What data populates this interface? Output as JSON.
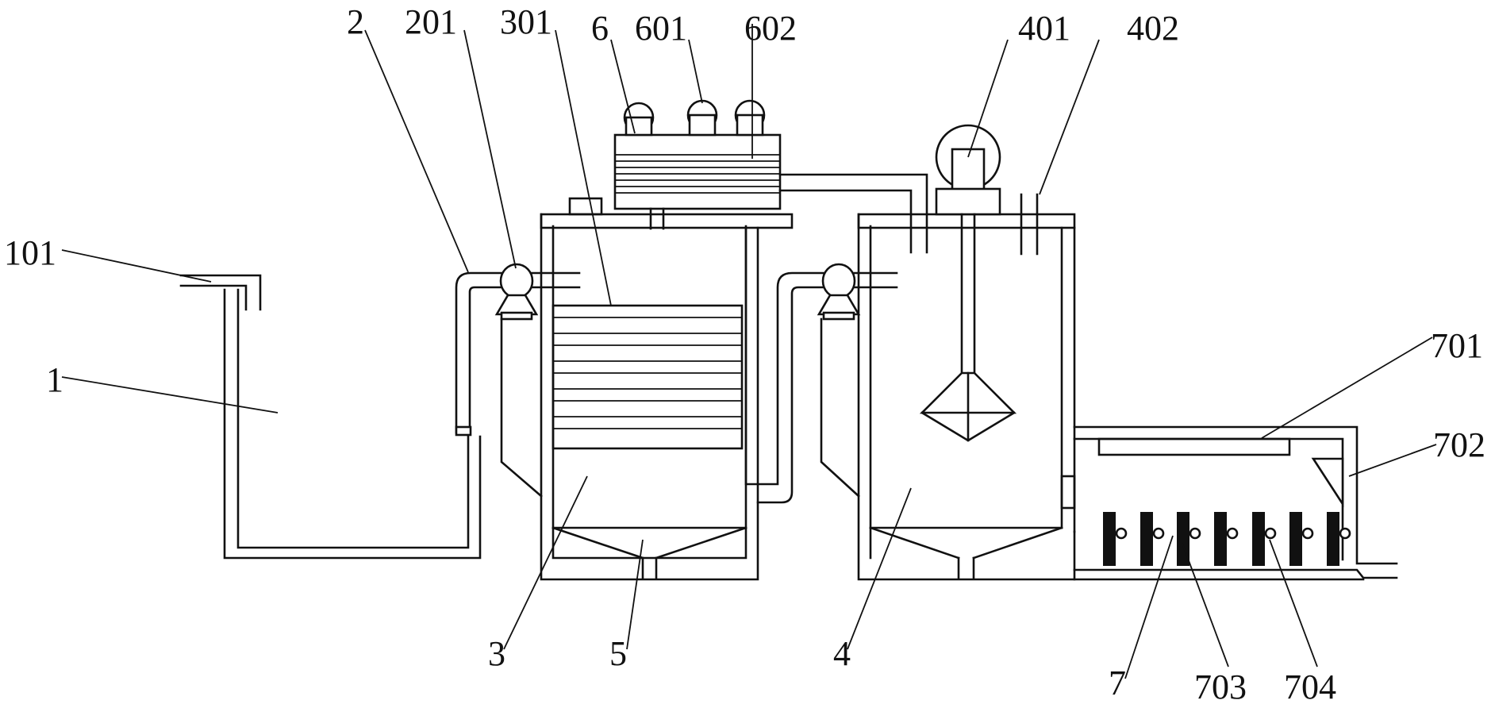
{
  "labels": {
    "l1": "1",
    "l101": "101",
    "l2": "2",
    "l201": "201",
    "l301": "301",
    "l6": "6",
    "l601": "601",
    "l602": "602",
    "l401": "401",
    "l402": "402",
    "l701": "701",
    "l702": "702",
    "l3": "3",
    "l5": "5",
    "l4": "4",
    "l7": "7",
    "l703": "703",
    "l704": "704"
  }
}
